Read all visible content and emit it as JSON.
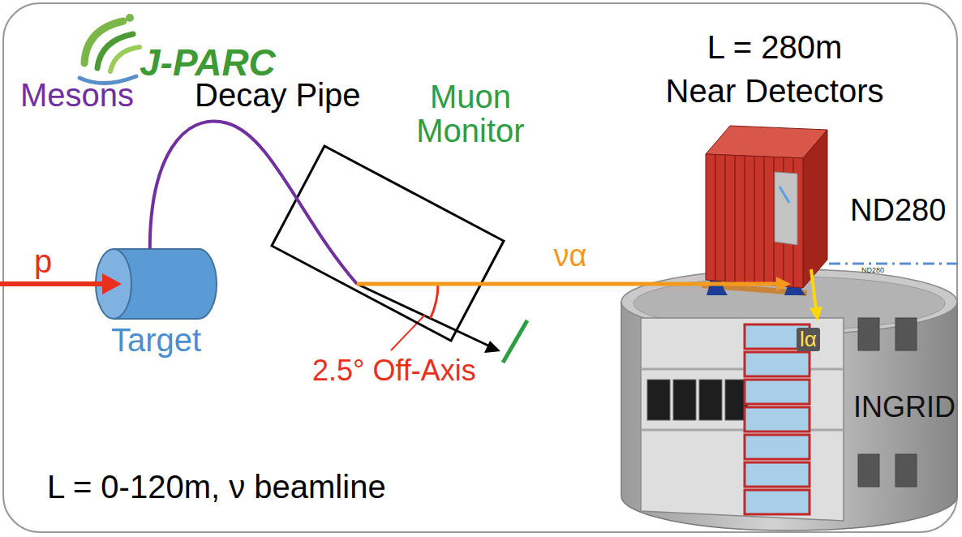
{
  "diagram": {
    "nodes": [
      {
        "text": [
          "Target"
        ]
      },
      {
        "text": [
          "Decay Pipe"
        ]
      },
      {
        "text": [
          "ND280"
        ]
      }
    ],
    "edges": [
      {
        "from": 0,
        "to": 1,
        "arrow": "none",
        "label": "Mesons"
      },
      {
        "from": 1,
        "to": 2,
        "arrow": "to",
        "label": "να"
      }
    ],
    "labels": [
      "J-PARC",
      "p",
      "Muon Monitor",
      "2.5° Off-Axis",
      "L = 280m",
      "Near Detectors",
      "ND280",
      "lα",
      "INGRID",
      "L = 0-120m, ν beamline"
    ]
  }
}
